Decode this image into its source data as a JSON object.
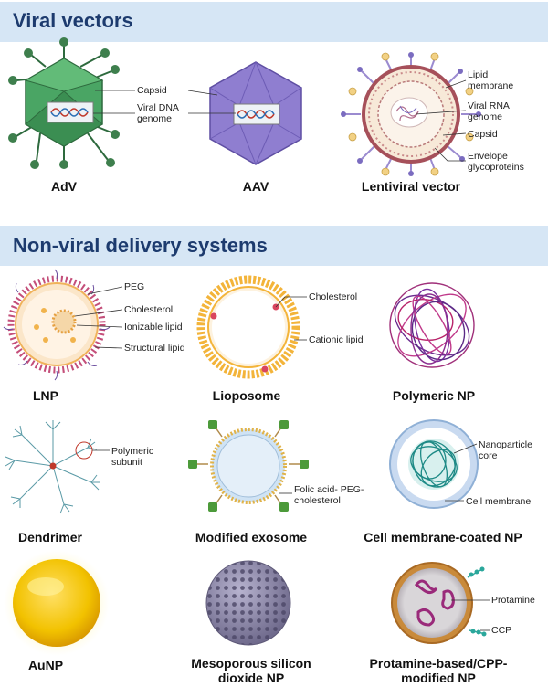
{
  "sections": {
    "viral": {
      "title": "Viral vectors"
    },
    "nonviral": {
      "title": "Non-viral delivery systems"
    }
  },
  "captions": {
    "adv": "AdV",
    "aav": "AAV",
    "lenti": "Lentiviral vector",
    "lnp": "LNP",
    "liposome": "Lioposome",
    "polymeric": "Polymeric NP",
    "dendrimer": "Dendrimer",
    "exosome": "Modified exosome",
    "cellmem": "Cell membrane-coated NP",
    "aunp": "AuNP",
    "meso_1": "Mesoporous silicon",
    "meso_2": "dioxide NP",
    "protamine_1": "Protamine-based/CPP-",
    "protamine_2": "modified NP"
  },
  "labels": {
    "capsid": "Capsid",
    "viral_dna_1": "Viral DNA",
    "viral_dna_2": "genome",
    "lipid_membrane_1": "Lipid",
    "lipid_membrane_2": "membrane",
    "viral_rna_1": "Viral RNA",
    "viral_rna_2": "genome",
    "lenti_capsid": "Capsid",
    "envelope_1": "Envelope",
    "envelope_2": "glycoproteins",
    "peg": "PEG",
    "cholesterol": "Cholesterol",
    "ionizable": "Ionizable lipid",
    "structural": "Structural lipid",
    "lipo_cholesterol": "Cholesterol",
    "cationic": "Cationic lipid",
    "poly_subunit_1": "Polymeric",
    "poly_subunit_2": "subunit",
    "folic_1": "Folic acid- PEG-",
    "folic_2": "cholesterol",
    "nano_core_1": "Nanoparticle",
    "nano_core_2": "core",
    "cell_membrane": "Cell membrane",
    "protamine": "Protamine",
    "ccp": "CCP"
  },
  "colors": {
    "banner_bg": "#d6e6f5",
    "title": "#1d3b6e",
    "adv_green": "#4aa564",
    "aav_purple": "#8f7ed0",
    "lipid_orange": "#f3b43a",
    "gold": "#f2c200",
    "meso_gray": "#8e8aa6"
  }
}
